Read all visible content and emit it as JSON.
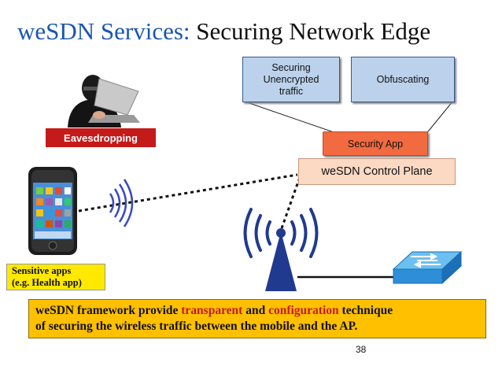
{
  "title": {
    "part1": "weSDN Services:",
    "part2": "Securing Network Edge"
  },
  "boxes": {
    "securing": [
      "Securing",
      "Unencrypted",
      "traffic"
    ],
    "obfuscating": "Obfuscating",
    "security_app": "Security App",
    "control_plane": "weSDN Control Plane",
    "eavesdropping": "Eavesdropping",
    "sensitive": [
      "Sensitive apps",
      "(e.g. Health app)"
    ]
  },
  "framework": {
    "s1": "weSDN framework provide ",
    "h1": "transparent",
    "s2": " and ",
    "h2": "configuration",
    "s3": " technique",
    "line2": "of securing the wireless traffic between the mobile and the AP."
  },
  "page_number": "38",
  "colors": {
    "title_blue": "#1a56b0",
    "highlight_red": "#c41a1a",
    "framework_bg": "#ffc000",
    "sensitive_bg": "#ffe900",
    "eaves_bg": "#c41a1a",
    "app_orange": "#f26a40",
    "box_blue": "#bcd2ec",
    "switch_blue": "#2e8fd8"
  }
}
